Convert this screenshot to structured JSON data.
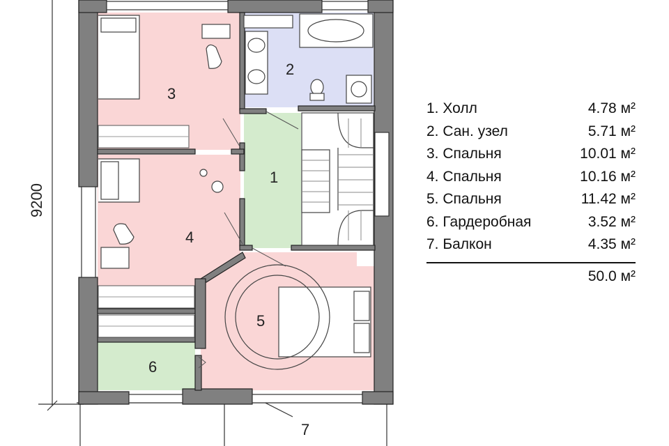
{
  "dimension": "9200",
  "rooms": [
    {
      "num": "1",
      "name": "Холл",
      "area": "4.78 м²",
      "color": "#d4ebcd"
    },
    {
      "num": "2",
      "name": "Сан. узел",
      "area": "5.71 м²",
      "color": "#dcdff5"
    },
    {
      "num": "3",
      "name": "Спальня",
      "area": "10.01 м²",
      "color": "#fad6d6"
    },
    {
      "num": "4",
      "name": "Спальня",
      "area": "10.16 м²",
      "color": "#fad6d6"
    },
    {
      "num": "5",
      "name": "Спальня",
      "area": "11.42 м²",
      "color": "#fad6d6"
    },
    {
      "num": "6",
      "name": "Гардеробная",
      "area": "3.52 м²",
      "color": "#d4ebcd"
    },
    {
      "num": "7",
      "name": "Балкон",
      "area": "4.35 м²"
    }
  ],
  "legend": {
    "lines": [
      {
        "label": "1. Холл",
        "value": "4.78 м²"
      },
      {
        "label": "2. Сан. узел",
        "value": "5.71 м²"
      },
      {
        "label": "3. Спальня",
        "value": "10.01 м²"
      },
      {
        "label": "4. Спальня",
        "value": "10.16 м²"
      },
      {
        "label": "5. Спальня",
        "value": "11.42 м²"
      },
      {
        "label": "6. Гардеробная",
        "value": "3.52 м²"
      },
      {
        "label": "7. Балкон",
        "value": "4.35 м²"
      }
    ],
    "total": "50.0 м²"
  },
  "colors": {
    "wall": "#808080",
    "line": "#333333"
  }
}
